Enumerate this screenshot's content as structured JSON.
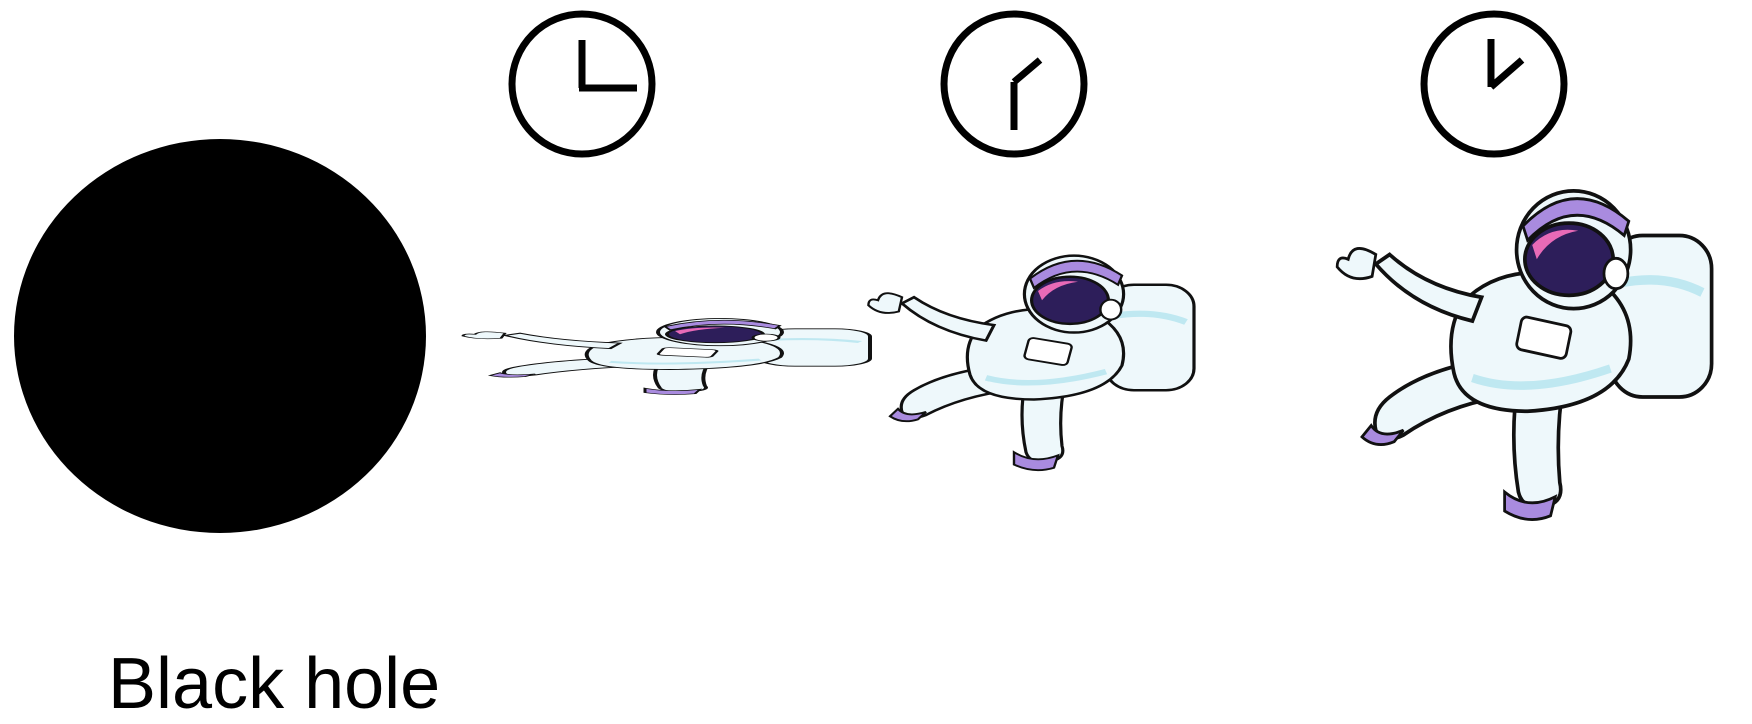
{
  "black_hole": {
    "label": "Black hole",
    "color": "#000000"
  },
  "clocks": [
    {
      "name": "clock-near-icon",
      "hour_hand_deg": 0,
      "minute_hand_deg": 90
    },
    {
      "name": "clock-middle-icon",
      "hour_hand_deg": 200,
      "minute_hand_deg": 45
    },
    {
      "name": "clock-far-icon",
      "hour_hand_deg": 0,
      "minute_hand_deg": 45
    }
  ],
  "astronauts": [
    {
      "name": "astronaut-near",
      "squash": "strong"
    },
    {
      "name": "astronaut-middle",
      "squash": "medium"
    },
    {
      "name": "astronaut-far",
      "squash": "none"
    }
  ],
  "colors": {
    "suit": "#eef8fb",
    "suit_shade": "#bfe8f1",
    "visor": "#2d1e5a",
    "visor_highlight": "#e86ab7",
    "helmet": "#a98bdf",
    "outline": "#111111"
  }
}
